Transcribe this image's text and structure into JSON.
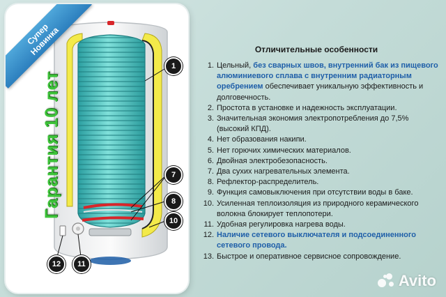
{
  "badge": {
    "line1": "Супер",
    "line2": "Новинка"
  },
  "warranty": "Гарантия 10 лет",
  "callouts": [
    "1",
    "7",
    "8",
    "10",
    "12",
    "11"
  ],
  "title": "Отличительные особенности",
  "features": [
    {
      "n": "1.",
      "parts": [
        {
          "t": "Цельный, ",
          "b": false
        },
        {
          "t": "без сварных швов, внутренний бак из пищевого алюминиевого сплава с внутренним радиаторным  оребрением",
          "b": true
        },
        {
          "t": " обеспечивает уникальную  эффективность и долговечность.",
          "b": false
        }
      ]
    },
    {
      "n": "2.",
      "parts": [
        {
          "t": "Простота в установке и надежность эксплуатации.",
          "b": false
        }
      ]
    },
    {
      "n": "3.",
      "parts": [
        {
          "t": "Значительная экономия электропотребления до 7,5% (высокий КПД).",
          "b": false
        }
      ]
    },
    {
      "n": "4.",
      "parts": [
        {
          "t": "Нет  образования накипи.",
          "b": false
        }
      ]
    },
    {
      "n": "5.",
      "parts": [
        {
          "t": "Нет  горючих химических  материалов.",
          "b": false
        }
      ]
    },
    {
      "n": "6.",
      "parts": [
        {
          "t": "Двойная электробезопасность.",
          "b": false
        }
      ]
    },
    {
      "n": "7.",
      "parts": [
        {
          "t": "Два сухих нагревательных элемента.",
          "b": false
        }
      ]
    },
    {
      "n": "8.",
      "parts": [
        {
          "t": "Рефлектор-распределитель.",
          "b": false
        }
      ]
    },
    {
      "n": "9.",
      "parts": [
        {
          "t": "Функция самовыключения при отсутствии воды в баке.",
          "b": false
        }
      ]
    },
    {
      "n": "10.",
      "parts": [
        {
          "t": "Усиленная теплоизоляция из природного керамического волокна  блокирует теплопотери.",
          "b": false
        }
      ]
    },
    {
      "n": "11.",
      "parts": [
        {
          "t": "Удобная регулировка нагрева воды.",
          "b": false
        }
      ]
    },
    {
      "n": "12.",
      "parts": [
        {
          "t": "Наличие сетевого выключателя и подсоединенного сетевого провода.",
          "b": true
        }
      ]
    },
    {
      "n": "13.",
      "parts": [
        {
          "t": "Быстрое и оперативное сервисное сопровождение.",
          "b": false
        }
      ]
    }
  ],
  "brand": "Avito",
  "colors": {
    "accent_blue": "#1f5fa9",
    "warranty_green": "#3ec33a",
    "badge_blue": "#2c7fbe",
    "tank_teal": "#5cc9c6",
    "insulation_yellow": "#f3ea4a"
  }
}
